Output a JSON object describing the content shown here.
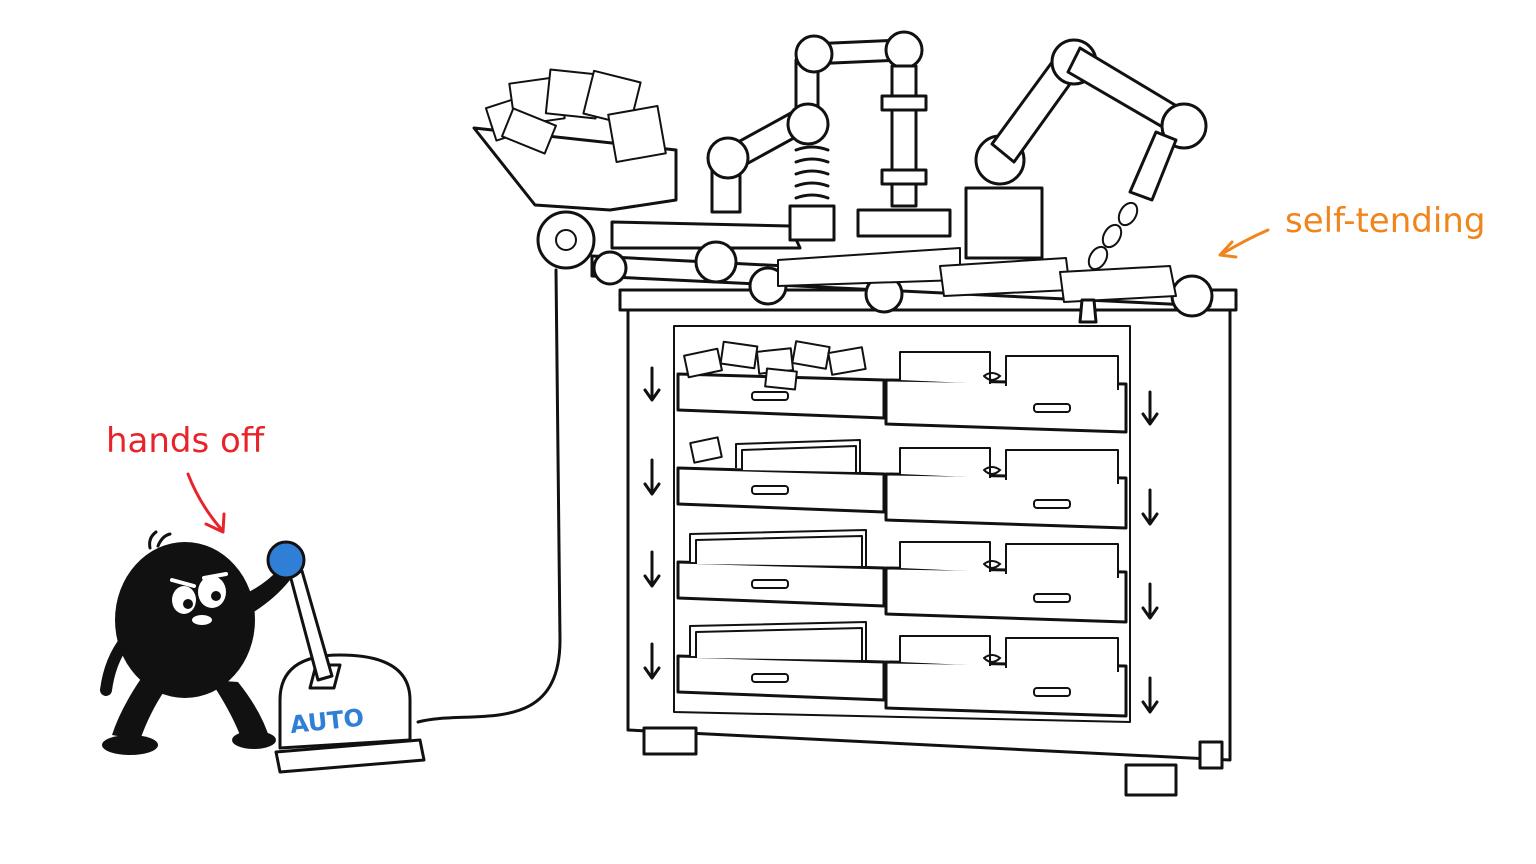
{
  "annotations": {
    "hands_off": {
      "text": "hands off",
      "color": "#e8242a"
    },
    "self_tending": {
      "text": "self-tending",
      "color": "#f0851e"
    }
  },
  "switch": {
    "label": "AUTO",
    "label_color": "#2f7fd6",
    "knob_color": "#2f7fd6"
  },
  "colors": {
    "ink": "#111111",
    "paper": "#ffffff"
  },
  "cabinet": {
    "rows": 4,
    "columns": 2,
    "flow_direction": "down-arrow"
  },
  "figure": {
    "pose": "pulling-lever"
  }
}
